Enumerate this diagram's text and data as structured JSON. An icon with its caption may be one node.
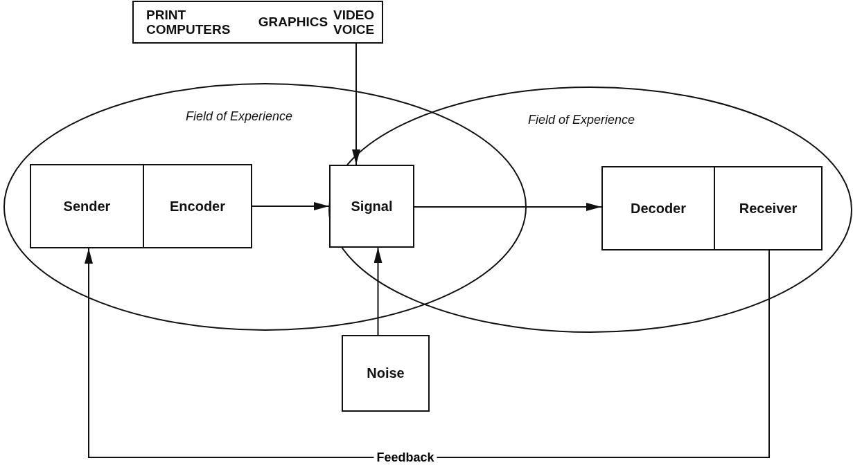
{
  "diagram": {
    "nodes": [
      {
        "text": [
          "PRINT COMPUTERS",
          "GRAPHICS",
          "VIDEO VOICE"
        ]
      },
      {
        "text": [
          "Field of Experience"
        ]
      },
      {
        "text": [
          "Field of Experience"
        ]
      },
      {
        "text": [
          "Sender"
        ],
        "in": 1
      },
      {
        "text": [
          "Encoder"
        ],
        "in": 1
      },
      {
        "text": [
          "Signal"
        ]
      },
      {
        "text": [
          "Decoder"
        ],
        "in": 2
      },
      {
        "text": [
          "Receiver"
        ],
        "in": 2
      },
      {
        "text": [
          "Noise"
        ]
      }
    ],
    "edges": [
      {
        "from": 0,
        "to": 5,
        "arrow": "to"
      },
      {
        "from": 4,
        "to": 5,
        "arrow": "to"
      },
      {
        "from": 5,
        "to": 6,
        "arrow": "to"
      },
      {
        "from": 8,
        "to": 5,
        "arrow": "to"
      },
      {
        "from": 7,
        "to": 3,
        "arrow": "to",
        "label": "Feedback"
      }
    ]
  }
}
